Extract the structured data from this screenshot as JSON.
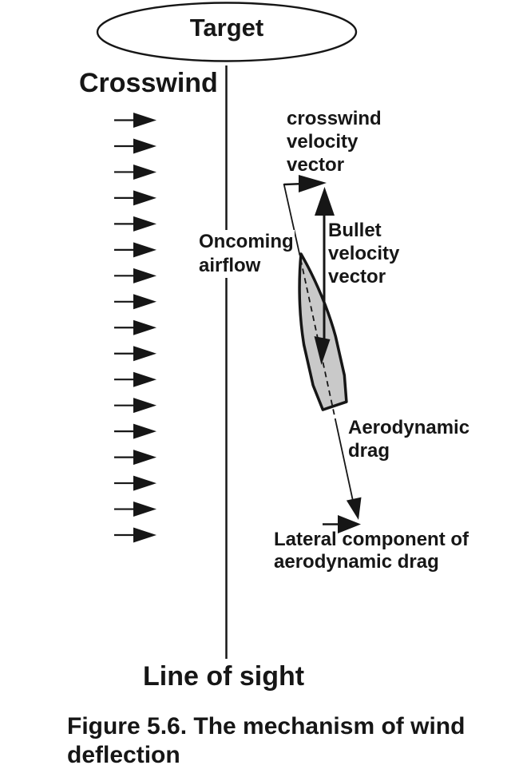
{
  "figure": {
    "target_label": "Target",
    "crosswind_label": "Crosswind",
    "line_of_sight_label": "Line of sight",
    "caption": {
      "line1": "Figure 5.6. The mechanism of wind",
      "line2": "deflection"
    }
  },
  "labels": {
    "crosswind_velocity_vector": {
      "lines": [
        "crosswind",
        "velocity",
        "vector"
      ]
    },
    "oncoming_airflow": {
      "lines": [
        "Oncoming",
        "airflow"
      ]
    },
    "bullet_velocity_vector": {
      "lines": [
        "Bullet",
        "velocity",
        "vector"
      ]
    },
    "aerodynamic_drag": {
      "lines": [
        "Aerodynamic",
        "drag"
      ]
    },
    "lateral_component": {
      "lines": [
        "Lateral component of",
        "aerodynamic drag"
      ]
    }
  },
  "diagram": {
    "crosswind_arrows": {
      "count": 17,
      "y_start": 150.5,
      "y_step": 32.47
    },
    "colors": {
      "ink": "#161616",
      "bullet_fill": "#c9c9c9",
      "background": "#ffffff"
    }
  }
}
